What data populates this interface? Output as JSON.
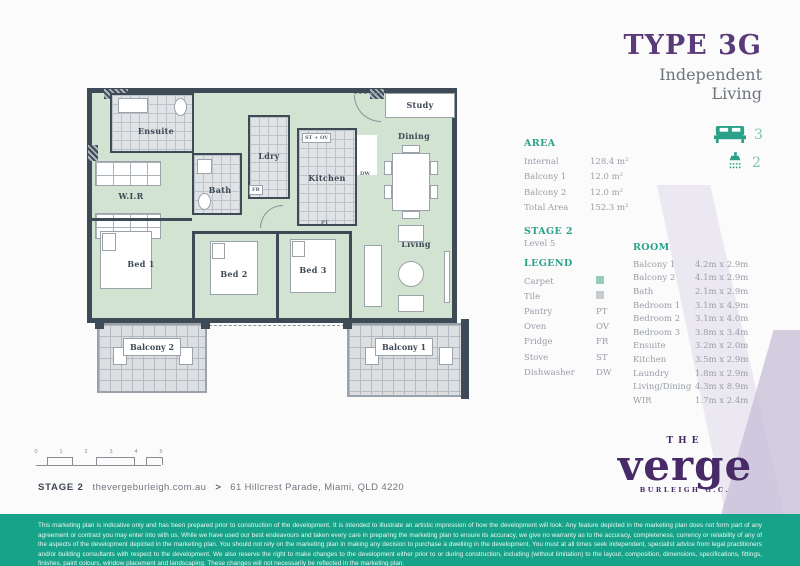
{
  "title": {
    "type": "TYPE 3G",
    "subtitle1": "Independent",
    "subtitle2": "Living"
  },
  "summary": {
    "beds": "3",
    "baths": "2"
  },
  "area": {
    "heading": "AREA",
    "rows": [
      {
        "label": "Internal",
        "value": "128.4 m²"
      },
      {
        "label": "Balcony 1",
        "value": "12.0 m²"
      },
      {
        "label": "Balcony 2",
        "value": "12.0 m²"
      },
      {
        "label": "Total Area",
        "value": "152.3 m²"
      }
    ]
  },
  "stage": {
    "heading": "STAGE 2",
    "level": "Level 5"
  },
  "legend": {
    "heading": "LEGEND",
    "items": [
      {
        "label": "Carpet",
        "key": ""
      },
      {
        "label": "Tile",
        "key": ""
      },
      {
        "label": "Pantry",
        "key": "PT"
      },
      {
        "label": "Oven",
        "key": "OV"
      },
      {
        "label": "Fridge",
        "key": "FR"
      },
      {
        "label": "Stove",
        "key": "ST"
      },
      {
        "label": "Dishwasher",
        "key": "DW"
      }
    ]
  },
  "room_table": {
    "heading": "ROOM",
    "rows": [
      {
        "label": "Balcony 1",
        "value": "4.2m x 2.9m"
      },
      {
        "label": "Balcony 2",
        "value": "4.1m x 2.9m"
      },
      {
        "label": "Bath",
        "value": "2.1m x 2.9m"
      },
      {
        "label": "Bedroom 1",
        "value": "3.1m x 4.9m"
      },
      {
        "label": "Bedroom 2",
        "value": "3.1m x 4.0m"
      },
      {
        "label": "Bedroom 3",
        "value": "3.8m x 3.4m"
      },
      {
        "label": "Ensuite",
        "value": "3.2m x 2.0m"
      },
      {
        "label": "Kitchen",
        "value": "3.5m x 2.9m"
      },
      {
        "label": "Laundry",
        "value": "1.8m x 2.9m"
      },
      {
        "label": "Living/Dining",
        "value": "4.3m x 8.9m"
      },
      {
        "label": "WIR",
        "value": "1.7m x 2.4m"
      }
    ]
  },
  "plan": {
    "rooms": {
      "ensuite": "Ensuite",
      "wir": "W.I.R",
      "bath": "Bath",
      "ldry": "Ldry",
      "kitchen": "Kitchen",
      "study": "Study",
      "dining": "Dining",
      "living": "Living",
      "bed1": "Bed 1",
      "bed2": "Bed 2",
      "bed3": "Bed 3",
      "balcony1": "Balcony 1",
      "balcony2": "Balcony 2"
    },
    "appliances": {
      "stove_oven": "ST + OV",
      "dishwasher": "DW",
      "fridge": "FR",
      "pantry": "PT"
    }
  },
  "scalebar": {
    "ticks": [
      "0",
      "1",
      "2",
      "3",
      "4",
      "5"
    ]
  },
  "footer": {
    "stage": "STAGE 2",
    "website": "thevergeburleigh.com.au",
    "arrow": ">",
    "address": "61 Hillcrest Parade, Miami, QLD 4220"
  },
  "logo": {
    "the": "THE",
    "name": "verge",
    "sub": "BURLEIGH G.C."
  },
  "disclaimer": "This marketing plan is indicative only and has been prepared prior to construction of the development. It is intended to illustrate an artistic impression of how the development will look. Any feature depicted in the marketing plan does not form part of any agreement or contract you may enter into with us. While we have used our best endeavours and taken every care in preparing the marketing plan to ensure its accuracy, we give no warranty as to the accuracy, completeness, currency or reliability of any of the aspects of the development depicted in the marketing plan. You should not rely on the marketing plan in making any decision to purchase a dwelling in the development. You must at all times seek independent, specialist advice from legal practitioners and/or building consultants with respect to the development. We also reserve the right to make changes to the development either prior to or during construction, including (without limitation) to the layout, composition, dimensions, specifications, fittings, finishes, paint colours, window placement and landscaping. These changes will not necessarily be reflected in the marketing plan.",
  "colors": {
    "teal": "#17a389",
    "accent_teal": "#2aa189",
    "purple": "#5a3a78",
    "logo_purple": "#472a66",
    "wall": "#3f4a57",
    "carpet": "#d3e3d1",
    "tile": "#e0e3e6"
  }
}
